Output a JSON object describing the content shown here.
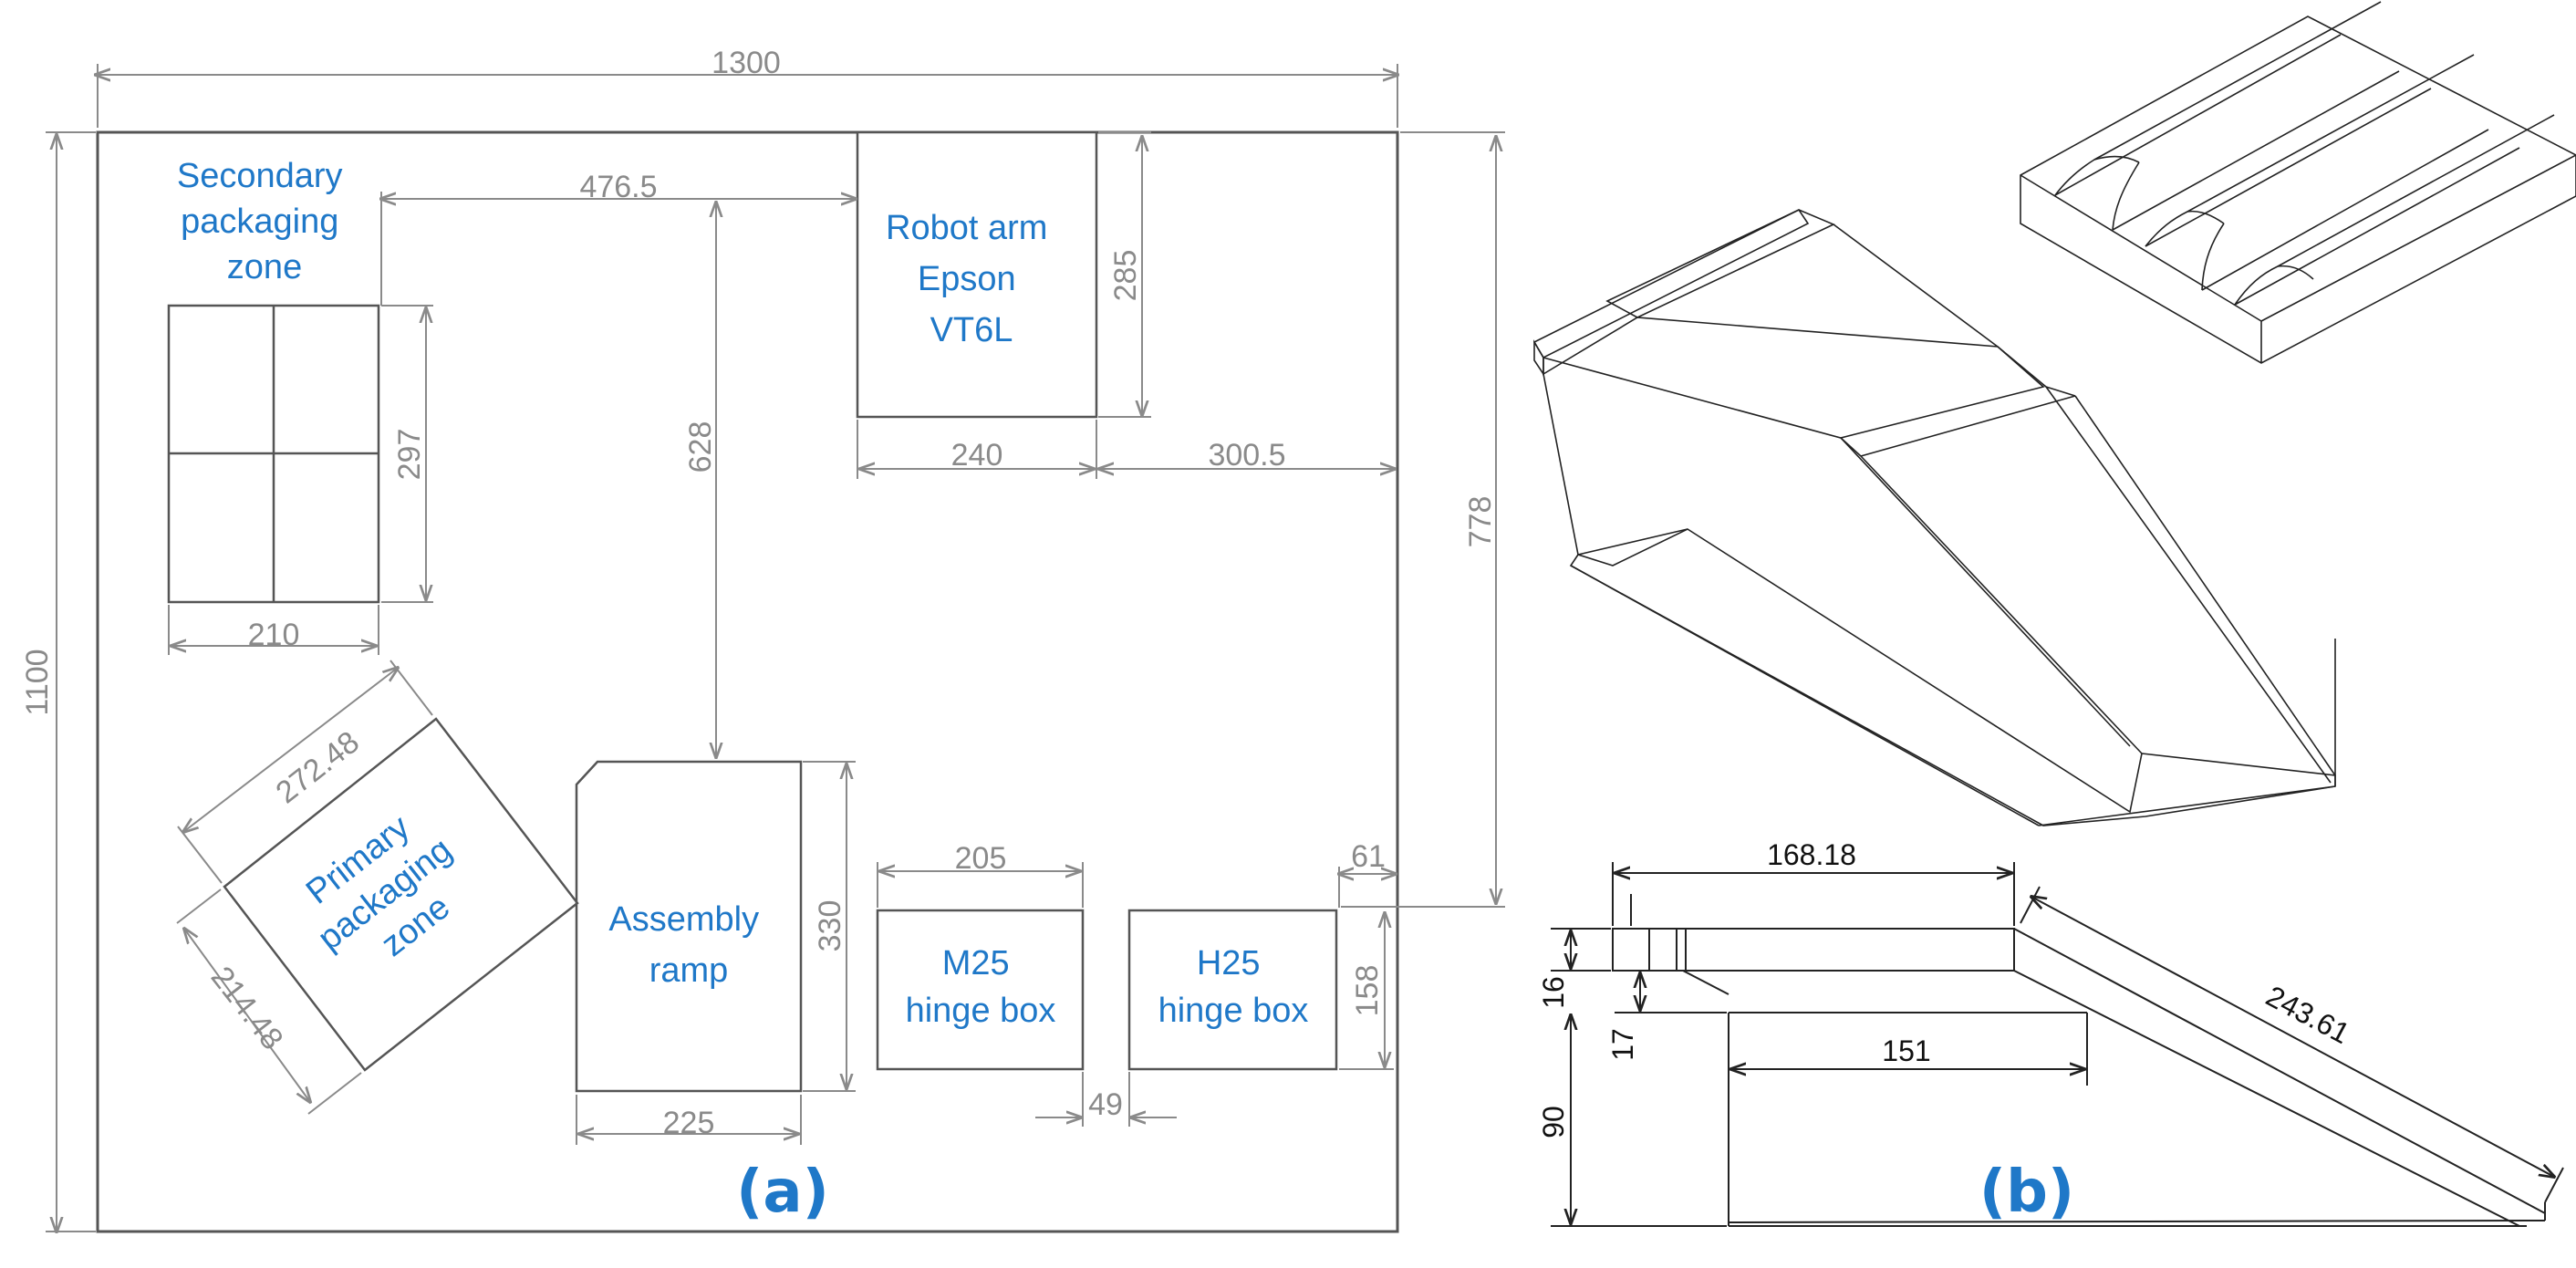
{
  "panel_a": {
    "label": "(a)",
    "dimensions": {
      "total_width": "1300",
      "total_height": "1100",
      "to_robot": "476.5",
      "robot_height": "285",
      "robot_width": "240",
      "robot_to_edge": "300.5",
      "secondary_height": "297",
      "secondary_width": "210",
      "to_ramp": "628",
      "right_height": "778",
      "primary_length": "272.48",
      "primary_width": "214.48",
      "ramp_height": "330",
      "ramp_width": "225",
      "m25_width": "205",
      "box_gap": "49",
      "h25_offset": "61",
      "h25_height": "158"
    },
    "zones": {
      "secondary": [
        "Secondary",
        "packaging",
        "zone"
      ],
      "robot": [
        "Robot arm",
        "Epson",
        "VT6L"
      ],
      "primary": [
        "Primary",
        "packaging",
        "zone"
      ],
      "ramp": [
        "Assembly",
        "ramp"
      ],
      "m25": [
        "M25",
        "hinge box"
      ],
      "h25": [
        "H25",
        "hinge box"
      ]
    }
  },
  "panel_b": {
    "label": "(b)",
    "dimensions": {
      "top_length": "168.18",
      "ramp_length": "243.61",
      "base_length": "151",
      "thickness_16": "16",
      "thickness_17": "17",
      "height_90": "90"
    }
  }
}
